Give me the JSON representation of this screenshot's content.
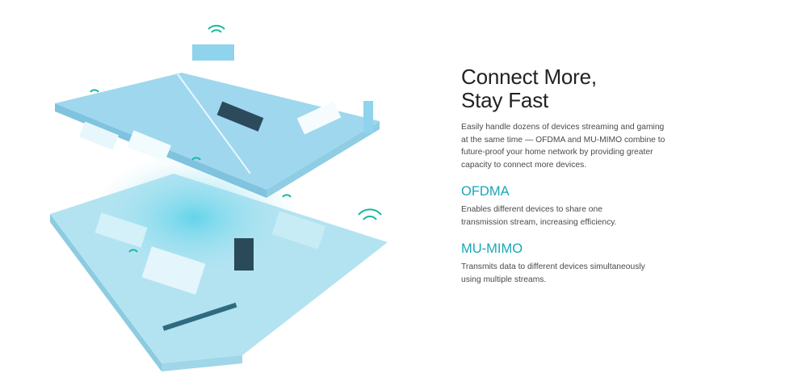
{
  "heading": {
    "line1": "Connect More,",
    "line2": "Stay Fast"
  },
  "intro": "Easily handle dozens of devices streaming and gaming at the same time — OFDMA and MU-MIMO combine to future-proof your home network by providing greater capacity to connect more devices.",
  "features": [
    {
      "title": "OFDMA",
      "description": "Enables different devices to share one transmission stream, increasing efficiency."
    },
    {
      "title": "MU-MIMO",
      "description": "Transmits data to different devices simultaneously using multiple streams."
    }
  ],
  "colors": {
    "accent": "#1aa6b7",
    "floor": "#a9def0",
    "heading": "#222222"
  }
}
